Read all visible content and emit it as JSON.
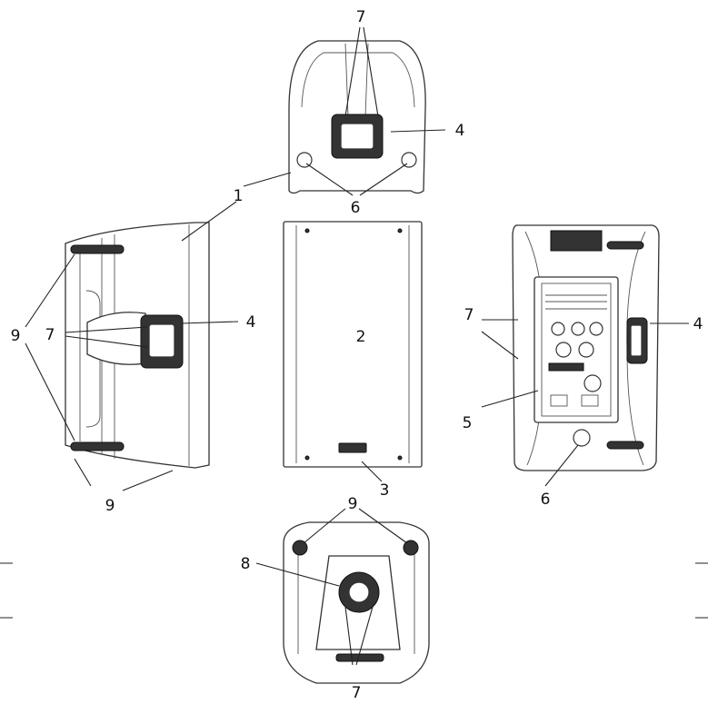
{
  "callouts": {
    "rear_top_7": "7",
    "rear_4": "4",
    "cover_1": "1",
    "holes_6": "6",
    "left_9_top": "9",
    "left_7": "7",
    "left_4": "4",
    "left_9_bottom": "9",
    "front_2": "2",
    "logo_3": "3",
    "back_7": "7",
    "back_4": "4",
    "back_5": "5",
    "back_6": "6",
    "bottom_9": "9",
    "bottom_8": "8",
    "bottom_7": "7"
  }
}
